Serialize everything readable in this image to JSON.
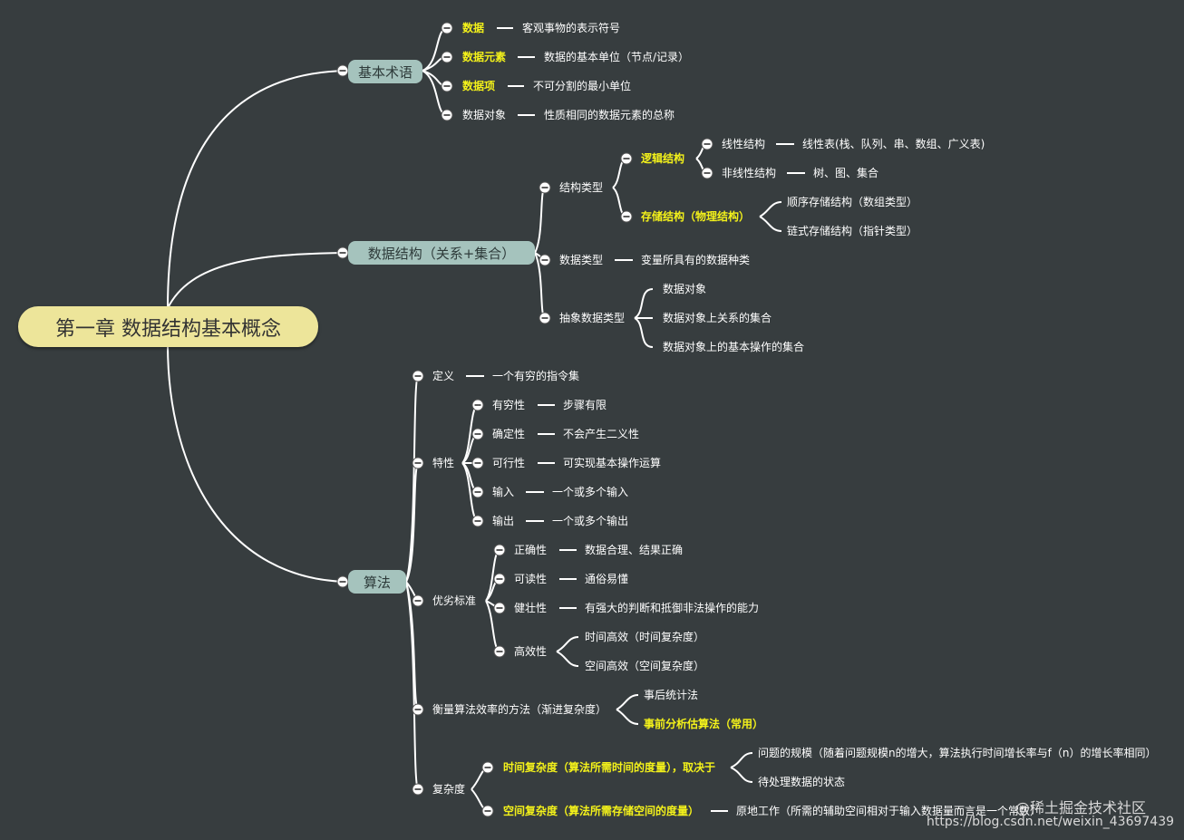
{
  "root": "第一章 数据结构基本概念",
  "branches": {
    "terms": "基本术语",
    "ds": "数据结构（关系+集合）",
    "algo": "算法"
  },
  "terms": {
    "data": {
      "label": "数据",
      "desc": "客观事物的表示符号"
    },
    "element": {
      "label": "数据元素",
      "desc": "数据的基本单位（节点/记录）"
    },
    "item": {
      "label": "数据项",
      "desc": "不可分割的最小单位"
    },
    "object": {
      "label": "数据对象",
      "desc": "性质相同的数据元素的总称"
    }
  },
  "ds": {
    "struct_type": "结构类型",
    "logical": "逻辑结构",
    "linear": "线性结构",
    "linear_desc": "线性表(栈、队列、串、数组、广义表)",
    "nonlinear": "非线性结构",
    "nonlinear_desc": "树、图、集合",
    "storage": "存储结构（物理结构）",
    "seq": "顺序存储结构（数组类型）",
    "chain": "链式存储结构（指针类型）",
    "data_type": "数据类型",
    "data_type_desc": "变量所具有的数据种类",
    "adt": "抽象数据类型",
    "adt1": "数据对象",
    "adt2": "数据对象上关系的集合",
    "adt3": "数据对象上的基本操作的集合"
  },
  "algo": {
    "def": "定义",
    "def_desc": "一个有穷的指令集",
    "props": "特性",
    "p1": "有穷性",
    "p1d": "步骤有限",
    "p2": "确定性",
    "p2d": "不会产生二义性",
    "p3": "可行性",
    "p3d": "可实现基本操作运算",
    "p4": "输入",
    "p4d": "一个或多个输入",
    "p5": "输出",
    "p5d": "一个或多个输出",
    "quality": "优劣标准",
    "q1": "正确性",
    "q1d": "数据合理、结果正确",
    "q2": "可读性",
    "q2d": "通俗易懂",
    "q3": "健壮性",
    "q3d": "有强大的判断和抵御非法操作的能力",
    "q4": "高效性",
    "q4a": "时间高效（时间复杂度）",
    "q4b": "空间高效（空间复杂度）",
    "measure": "衡量算法效率的方法（渐进复杂度）",
    "m1": "事后统计法",
    "m2": "事前分析估算法（常用）",
    "complexity": "复杂度",
    "time": "时间复杂度（算法所需时间的度量），取决于",
    "time1": "问题的规模（随着问题规模n的增大，算法执行时间增长率与f（n）的增长率相同）",
    "time2": "待处理数据的状态",
    "space": "空间复杂度（算法所需存储空间的度量）",
    "space_desc": "原地工作（所需的辅助空间相对于输入数据量而言是一个常数）"
  },
  "watermark": {
    "site": "@稀土掘金技术社区",
    "url": "https://blog.csdn.net/weixin_43697439"
  }
}
